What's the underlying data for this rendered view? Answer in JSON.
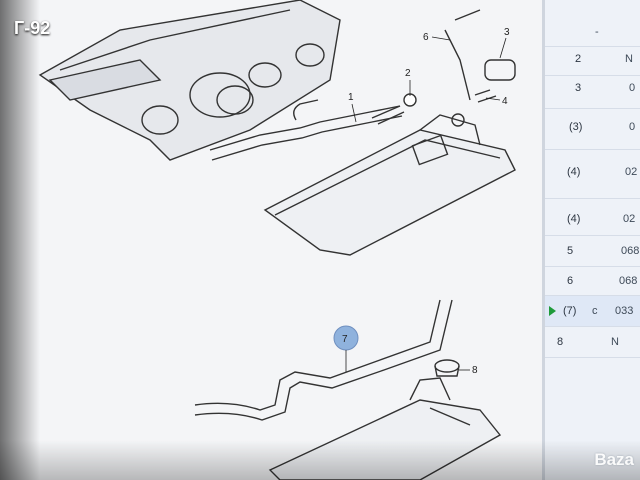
{
  "overlay": {
    "label": "Г-92"
  },
  "watermark": {
    "text": "Baza"
  },
  "diagram": {
    "callouts": [
      "1",
      "2",
      "3",
      "4",
      "6",
      "7",
      "8"
    ],
    "highlighted_callout": "7",
    "highlight_color": "#8fb2dd"
  },
  "parts_table": {
    "rows": [
      {
        "pos": "",
        "code": "-",
        "mark": ""
      },
      {
        "pos": "2",
        "code": "N",
        "mark": ""
      },
      {
        "pos": "3",
        "code": "0",
        "mark": ""
      },
      {
        "pos": "(3)",
        "code": "0",
        "mark": ""
      },
      {
        "pos": "(4)",
        "code": "02",
        "mark": ""
      },
      {
        "pos": "(4)",
        "code": "02",
        "mark": ""
      },
      {
        "pos": "5",
        "code": "068",
        "mark": ""
      },
      {
        "pos": "6",
        "code": "068",
        "mark": ""
      },
      {
        "pos": "(7)",
        "code": "033",
        "mark": "c",
        "active": true
      },
      {
        "pos": "8",
        "code": "",
        "mark": "N"
      }
    ]
  }
}
